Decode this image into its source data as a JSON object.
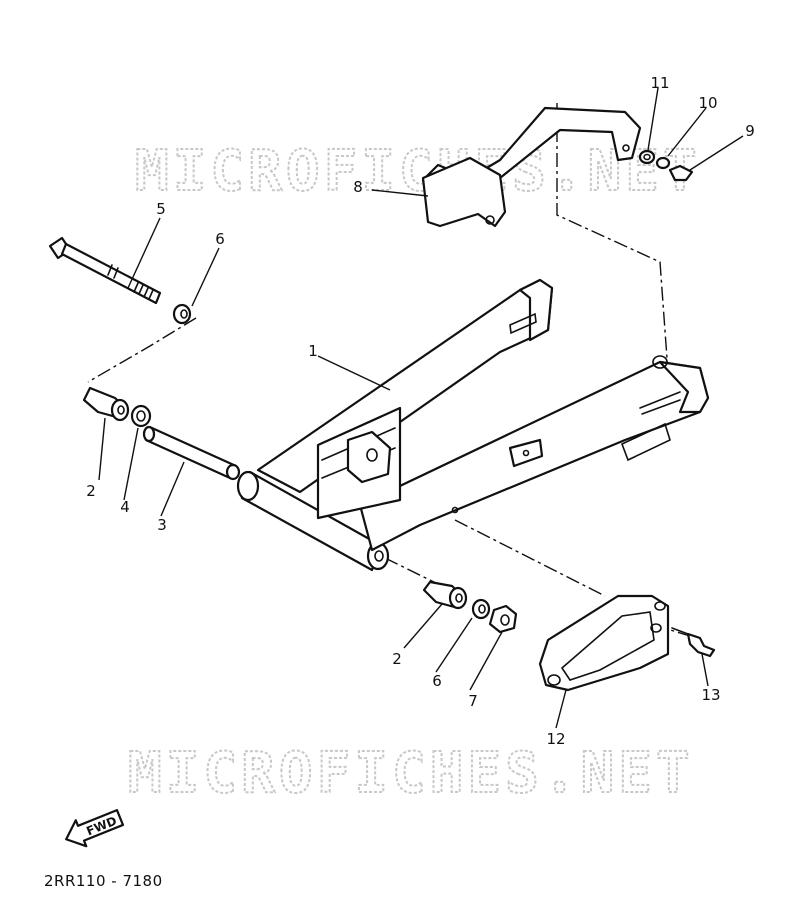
{
  "watermarks": [
    "MICROFICHES.NET",
    "MICROFICHES.NET"
  ],
  "parts": [
    {
      "id": "swingarm",
      "callout": "1"
    },
    {
      "id": "bush-left",
      "callout": "2"
    },
    {
      "id": "bush-right",
      "callout": "2"
    },
    {
      "id": "pivot-collar",
      "callout": "3"
    },
    {
      "id": "washer-left",
      "callout": "4"
    },
    {
      "id": "pivot-shaft",
      "callout": "5"
    },
    {
      "id": "shim-top",
      "callout": "6"
    },
    {
      "id": "shim-bottom",
      "callout": "6"
    },
    {
      "id": "nut",
      "callout": "7"
    },
    {
      "id": "chain-case-bracket",
      "callout": "8"
    },
    {
      "id": "screw-top",
      "callout": "9"
    },
    {
      "id": "washer-top",
      "callout": "10"
    },
    {
      "id": "nut-top",
      "callout": "11"
    },
    {
      "id": "chain-guide",
      "callout": "12"
    },
    {
      "id": "bolt-guide",
      "callout": "13"
    }
  ],
  "direction_arrow": {
    "label": "FWD",
    "icon": "forward-arrow-icon"
  },
  "diagram_code": "2RR110 - 7180"
}
